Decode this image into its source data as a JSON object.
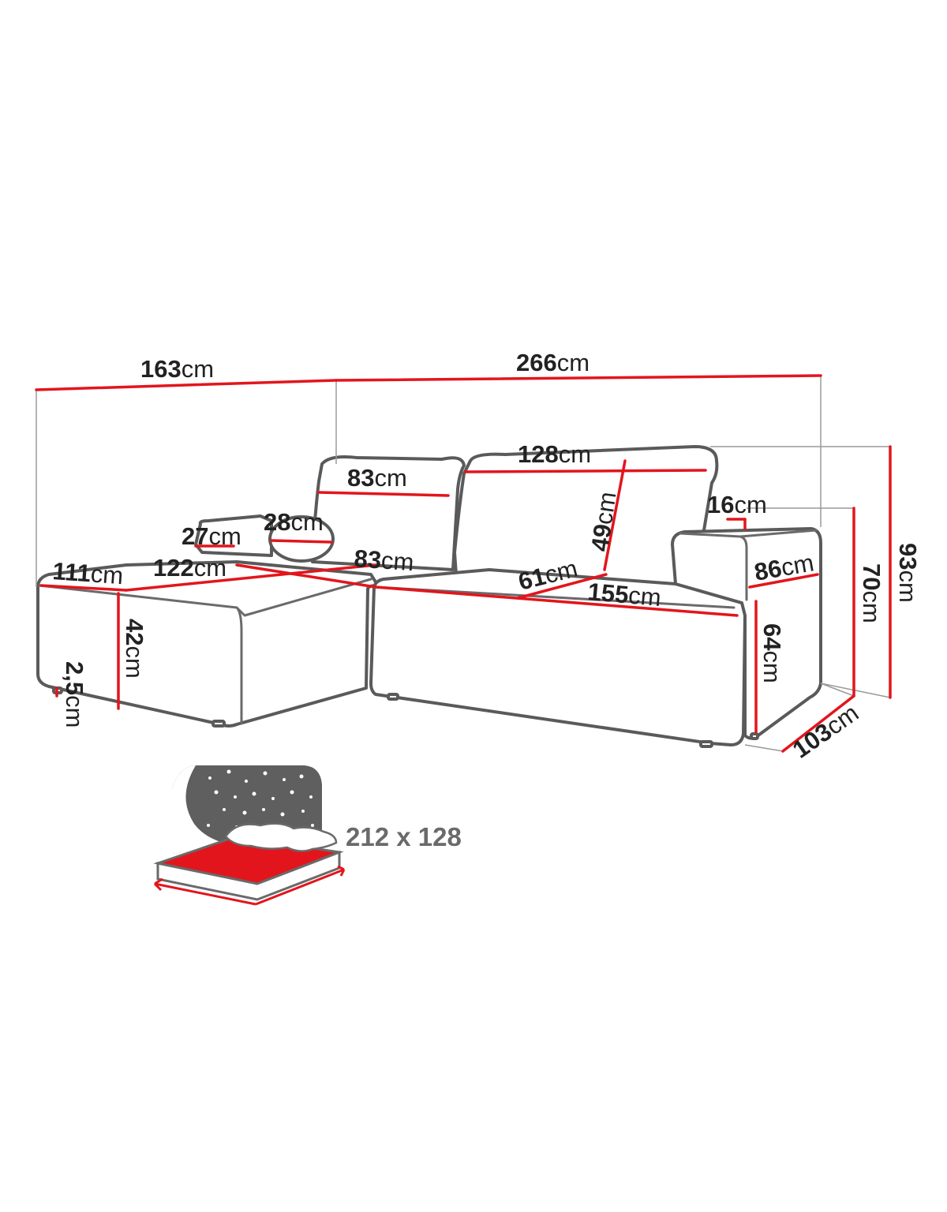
{
  "colors": {
    "dimension_line": "#e3151c",
    "outline": "#5a5a5a",
    "label_text": "#222222",
    "bed_panel": "#5f5f5f",
    "mattress": "#e3151c"
  },
  "dimensions": [
    {
      "id": "overall-width-left",
      "value": "163",
      "unit": "cm"
    },
    {
      "id": "overall-width-right",
      "value": "266",
      "unit": "cm"
    },
    {
      "id": "backrest-cushion-width-small",
      "value": "83",
      "unit": "cm"
    },
    {
      "id": "backrest-cushion-width-large",
      "value": "128",
      "unit": "cm"
    },
    {
      "id": "armrest-depth",
      "value": "16",
      "unit": "cm"
    },
    {
      "id": "pillow-diameter",
      "value": "28",
      "unit": "cm"
    },
    {
      "id": "chaise-armrest-height",
      "value": "27",
      "unit": "cm"
    },
    {
      "id": "cushion-height",
      "value": "49",
      "unit": "cm"
    },
    {
      "id": "chaise-width",
      "value": "111",
      "unit": "cm"
    },
    {
      "id": "chaise-length",
      "value": "122",
      "unit": "cm"
    },
    {
      "id": "seat-depth-left",
      "value": "83",
      "unit": "cm"
    },
    {
      "id": "seat-depth-right",
      "value": "61",
      "unit": "cm"
    },
    {
      "id": "seat-width",
      "value": "155",
      "unit": "cm"
    },
    {
      "id": "armrest-length",
      "value": "86",
      "unit": "cm"
    },
    {
      "id": "total-height",
      "value": "93",
      "unit": "cm"
    },
    {
      "id": "armrest-height",
      "value": "70",
      "unit": "cm"
    },
    {
      "id": "seat-height-chaise",
      "value": "42",
      "unit": "cm"
    },
    {
      "id": "seat-height-main",
      "value": "64",
      "unit": "cm"
    },
    {
      "id": "leg-height",
      "value": "2,5",
      "unit": "cm"
    },
    {
      "id": "depth",
      "value": "103",
      "unit": "cm"
    }
  ],
  "sleeping_area": {
    "label": "212 x 128",
    "icon": "bed-night-stars-icon"
  }
}
